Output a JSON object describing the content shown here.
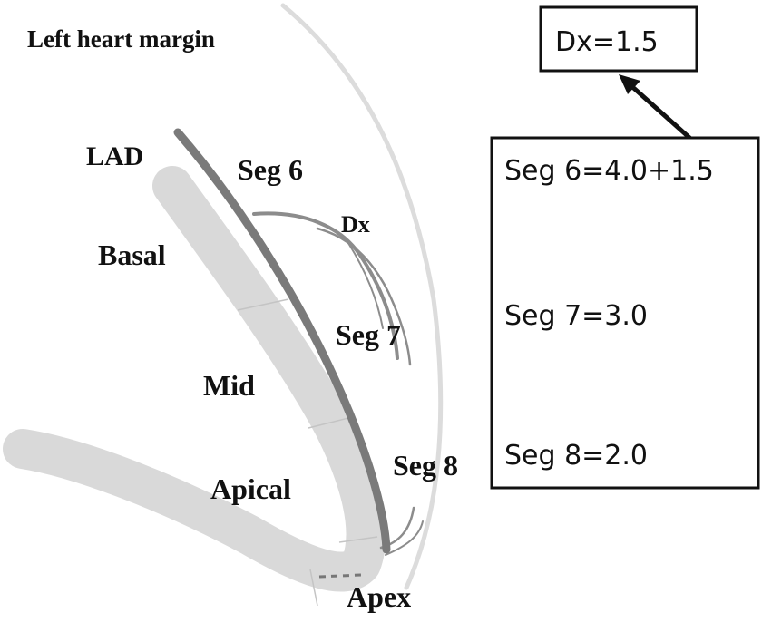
{
  "labels": {
    "left_heart_margin": "Left heart margin",
    "lad": "LAD",
    "seg6": "Seg 6",
    "dx": "Dx",
    "basal": "Basal",
    "seg7": "Seg 7",
    "mid": "Mid",
    "seg8": "Seg 8",
    "apical": "Apical",
    "apex": "Apex"
  },
  "dx_box": {
    "text": "Dx=1.5"
  },
  "scores_box": {
    "seg6": "Seg 6=4.0+1.5",
    "seg7": "Seg 7=3.0",
    "seg8": "Seg 8=2.0"
  },
  "colors": {
    "ventricle_wall": "#d9d9d9",
    "lad_vessel": "#7a7a7a",
    "branch_vessel": "#8c8c8c",
    "heart_margin": "#dcdcdc",
    "text": "#111111"
  }
}
